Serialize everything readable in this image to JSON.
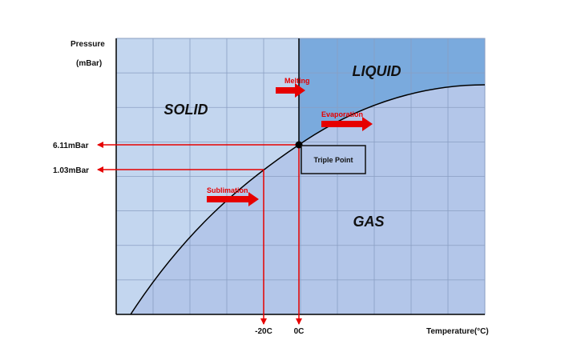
{
  "axes": {
    "y_title_line1": "Pressure",
    "y_title_line2": "(mBar)",
    "x_title": "Temperature(°C)"
  },
  "regions": {
    "solid": "SOLID",
    "liquid": "LIQUID",
    "gas": "GAS"
  },
  "transitions": {
    "melting": "Melting",
    "evaporation": "Evaporation",
    "sublimation": "Sublimation"
  },
  "triple_point": {
    "label": "Triple Point"
  },
  "pressure_markers": {
    "triple": "6.11mBar",
    "sublimation": "1.03mBar"
  },
  "temperature_markers": {
    "sublimation": "-20C",
    "triple": "0C"
  },
  "colors": {
    "solid": "#c3d6ef",
    "liquid": "#7aaadd",
    "gas": "#b3c6e9",
    "grid": "#8a9ec2",
    "arrow": "#e60000",
    "curve": "#000000"
  }
}
